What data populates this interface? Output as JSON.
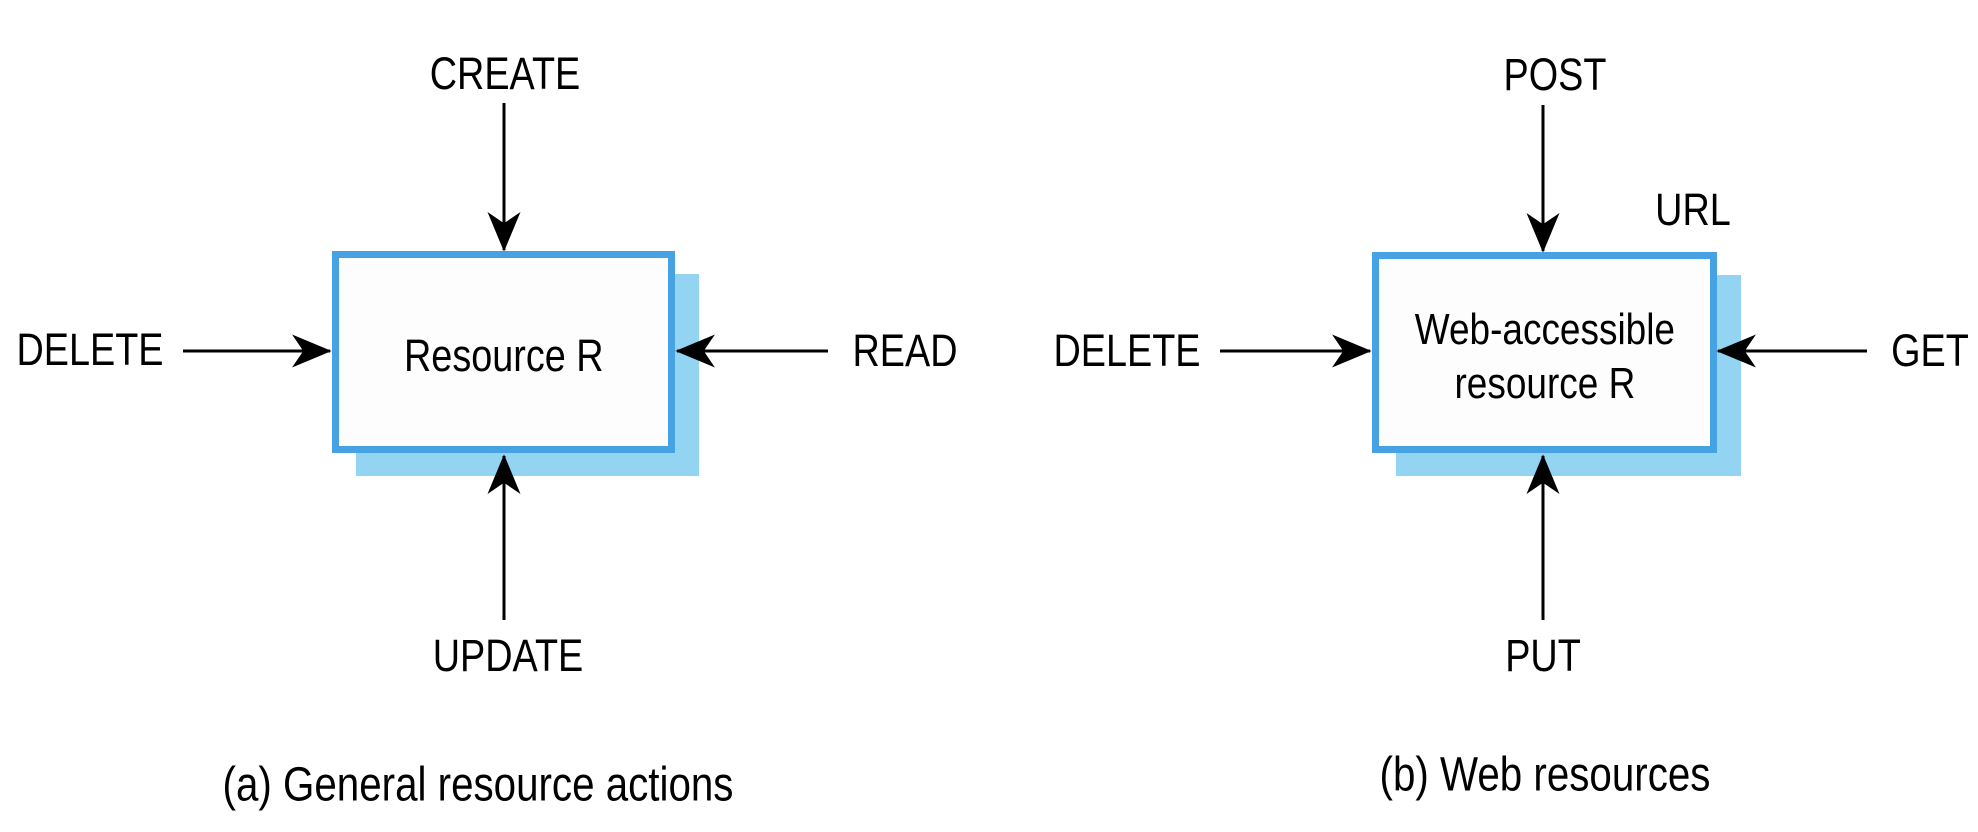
{
  "diagram_a": {
    "caption": "(a) General resource actions",
    "box_label": "Resource R",
    "actions": {
      "top": "CREATE",
      "left": "DELETE",
      "right": "READ",
      "bottom": "UPDATE"
    }
  },
  "diagram_b": {
    "caption": "(b) Web resources",
    "box_label_line1": "Web-accessible",
    "box_label_line2": "resource R",
    "url_label": "URL",
    "actions": {
      "top": "POST",
      "left": "DELETE",
      "right": "GET",
      "bottom": "PUT"
    }
  },
  "colors": {
    "box_border": "#47a2e3",
    "box_shadow": "#92d4f2",
    "box_fill": "#fdfdfe",
    "arrow": "#000000",
    "text": "#000000",
    "background": "#ffffff"
  }
}
